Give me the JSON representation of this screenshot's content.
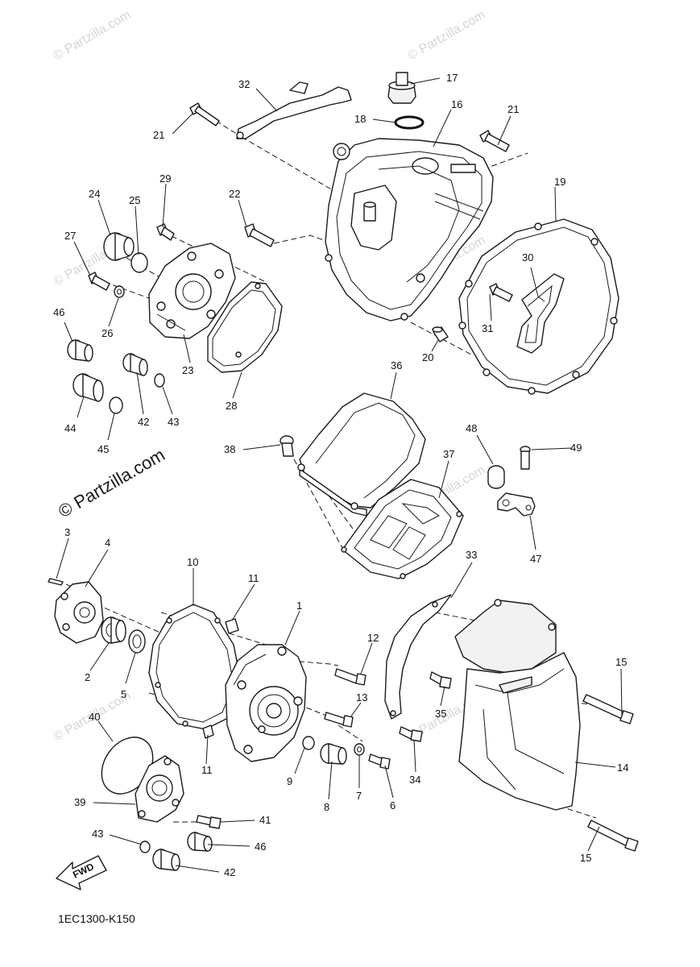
{
  "diagram_code": "1EC1300-K150",
  "watermark": {
    "text": "© Partzilla.com",
    "color": "#d0d0d0",
    "main_color": "#1a1a1a"
  },
  "fwd_label": "FWD",
  "callouts": {
    "c1": "1",
    "c2": "2",
    "c3": "3",
    "c4": "4",
    "c5": "5",
    "c6": "6",
    "c7": "7",
    "c8": "8",
    "c9": "9",
    "c10": "10",
    "c11a": "11",
    "c11b": "11",
    "c12": "12",
    "c13": "13",
    "c14": "14",
    "c15a": "15",
    "c15b": "15",
    "c16": "16",
    "c17": "17",
    "c18": "18",
    "c19": "19",
    "c20": "20",
    "c21a": "21",
    "c21b": "21",
    "c22": "22",
    "c23": "23",
    "c24": "24",
    "c25": "25",
    "c26": "26",
    "c27": "27",
    "c28": "28",
    "c29": "29",
    "c30": "30",
    "c31": "31",
    "c32": "32",
    "c33": "33",
    "c34": "34",
    "c35": "35",
    "c36": "36",
    "c37": "37",
    "c38": "38",
    "c39": "39",
    "c40": "40",
    "c41": "41",
    "c42a": "42",
    "c42b": "42",
    "c43a": "43",
    "c43b": "43",
    "c44": "44",
    "c45": "45",
    "c46a": "46",
    "c46b": "46",
    "c47": "47",
    "c48": "48",
    "c49": "49"
  },
  "icons": {
    "fwd_arrow": "fwd-arrow-icon"
  }
}
